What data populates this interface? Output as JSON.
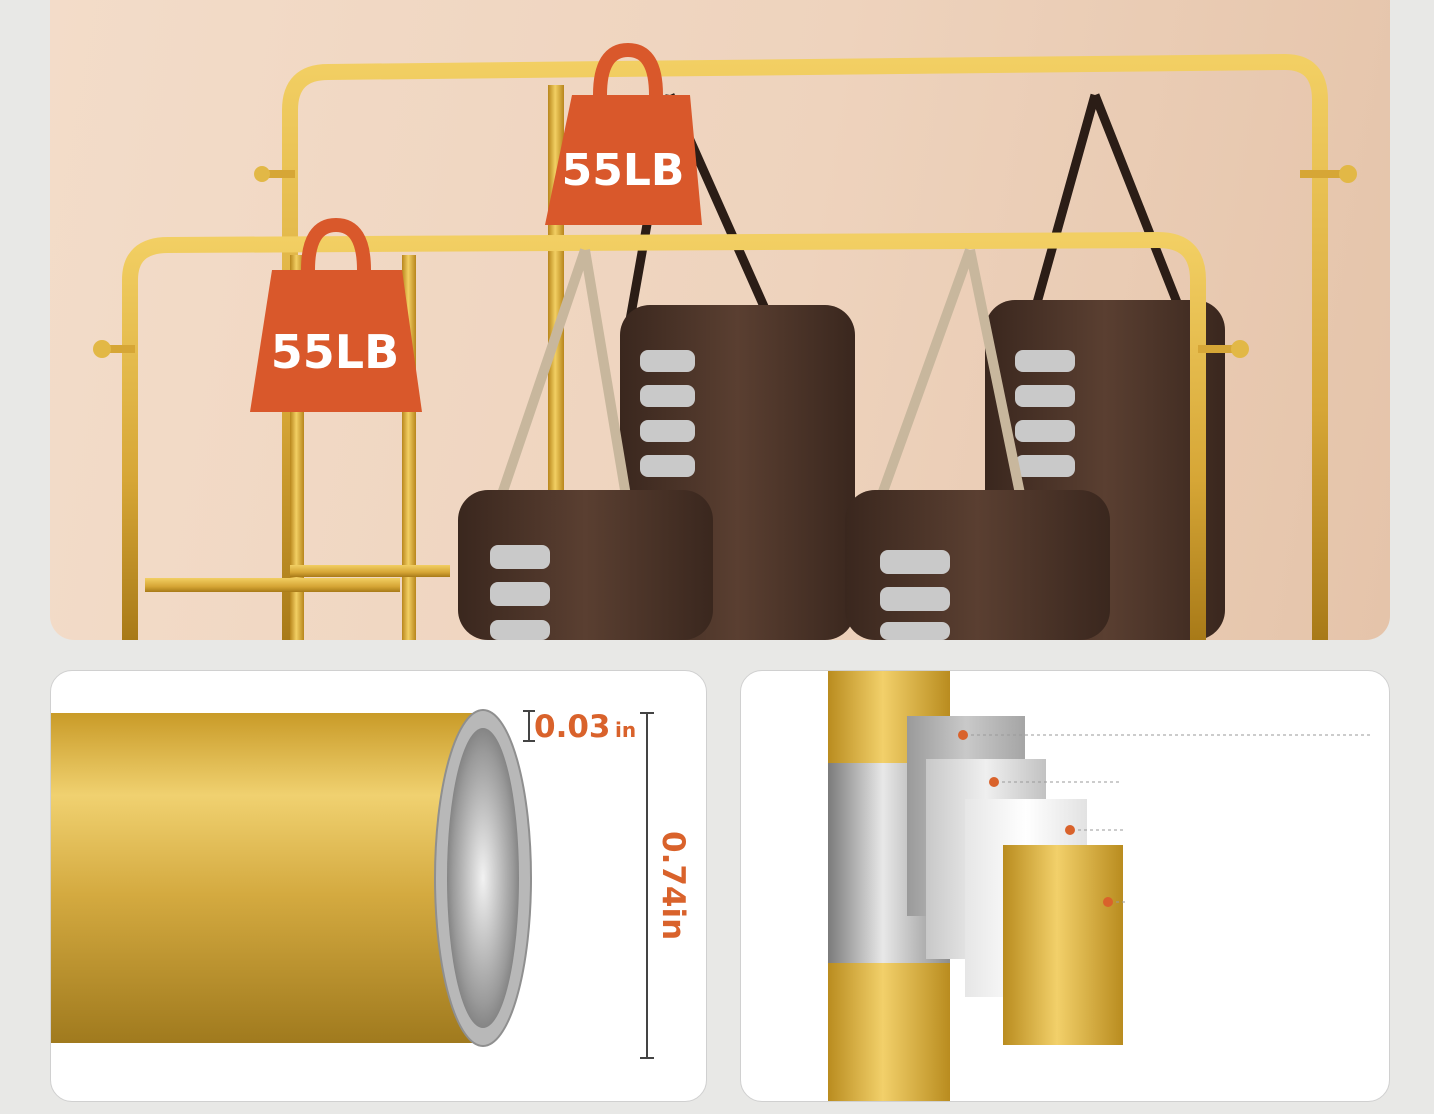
{
  "top_banner": {
    "weight_tag_back": "55LB",
    "weight_tag_front": "55LB"
  },
  "tube_detail": {
    "wall_thickness": "0.03",
    "wall_thickness_unit": "in",
    "diameter": "0.74in"
  },
  "layers_detail": {
    "layers": 4
  },
  "colors": {
    "gold": "#d9ad35",
    "tag_orange": "#d9582b",
    "dimension_orange": "#d9622b",
    "bag_brown": "#4a3328"
  }
}
